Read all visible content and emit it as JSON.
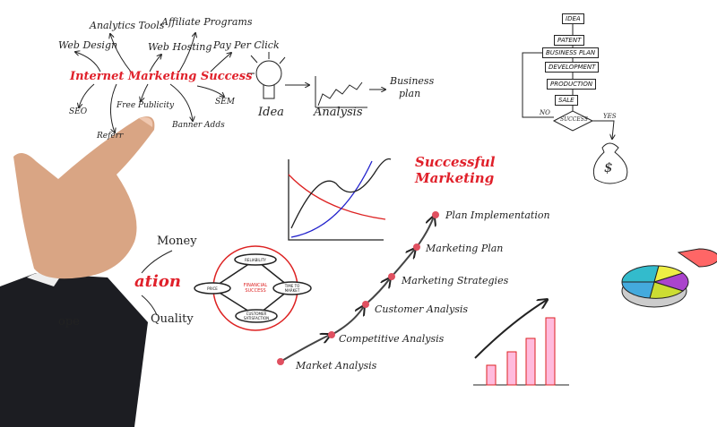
{
  "mind_map": {
    "center": "Internet Marketing Success",
    "branches": [
      "Analytics Tools",
      "Affiliate Programs",
      "Web Design",
      "Web Hosting",
      "Pay Per Click",
      "SEO",
      "Free Publicity",
      "SEM",
      "Banner Adds",
      "Referr"
    ]
  },
  "idea_flow": {
    "idea": "Idea",
    "analysis": "Analysis",
    "business": "Business",
    "plan": "plan"
  },
  "flowchart": {
    "steps": [
      "IDEA",
      "PATENT",
      "BUSINESS PLAN",
      "DEVELOPMENT",
      "PRODUCTION",
      "SALE"
    ],
    "decision": "SUCCESS",
    "no": "NO",
    "yes": "YES",
    "money": "$"
  },
  "successful_marketing": {
    "title_1": "Successful",
    "title_2": "Marketing",
    "steps": [
      "Market Analysis",
      "Competitive Analysis",
      "Customer Analysis",
      "Marketing Strategies",
      "Marketing Plan",
      "Plan Implementation"
    ]
  },
  "triangle": {
    "money": "Money",
    "center": "ation",
    "quality": "Quality",
    "scope": "ope"
  },
  "cycle": {
    "top": "RELIABILITY",
    "left": "PRICE",
    "right": "TIME TO MARKET",
    "bottom": "CUSTOMER SATISFACTION",
    "center": "FINANCIAL SUCCESS"
  },
  "colors": {
    "accent_red": "#e0202a",
    "ink": "#222222",
    "blue": "#2a2ad0",
    "suit": "#1c1d22",
    "skin": "#d9a584"
  }
}
